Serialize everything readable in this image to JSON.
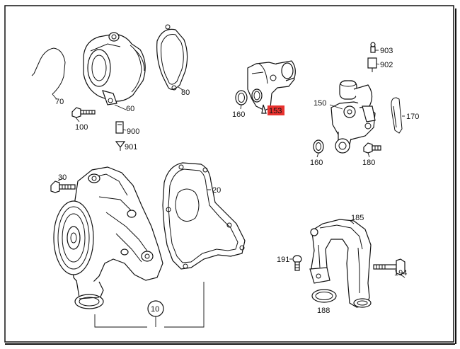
{
  "colors": {
    "border": "#111111",
    "ink": "#111111",
    "highlight": "#e8322f",
    "background": "#ffffff"
  },
  "callouts": {
    "c70": "70",
    "c60": "60",
    "c80": "80",
    "c100": "100",
    "c900": "900",
    "c901": "901",
    "c153": "153",
    "c160a": "160",
    "c903": "903",
    "c902": "902",
    "c150": "150",
    "c170": "170",
    "c160b": "160",
    "c180": "180",
    "c30": "30",
    "c20": "20",
    "c185": "185",
    "c191": "191",
    "c194": "194",
    "c188": "188",
    "c10": "10"
  }
}
